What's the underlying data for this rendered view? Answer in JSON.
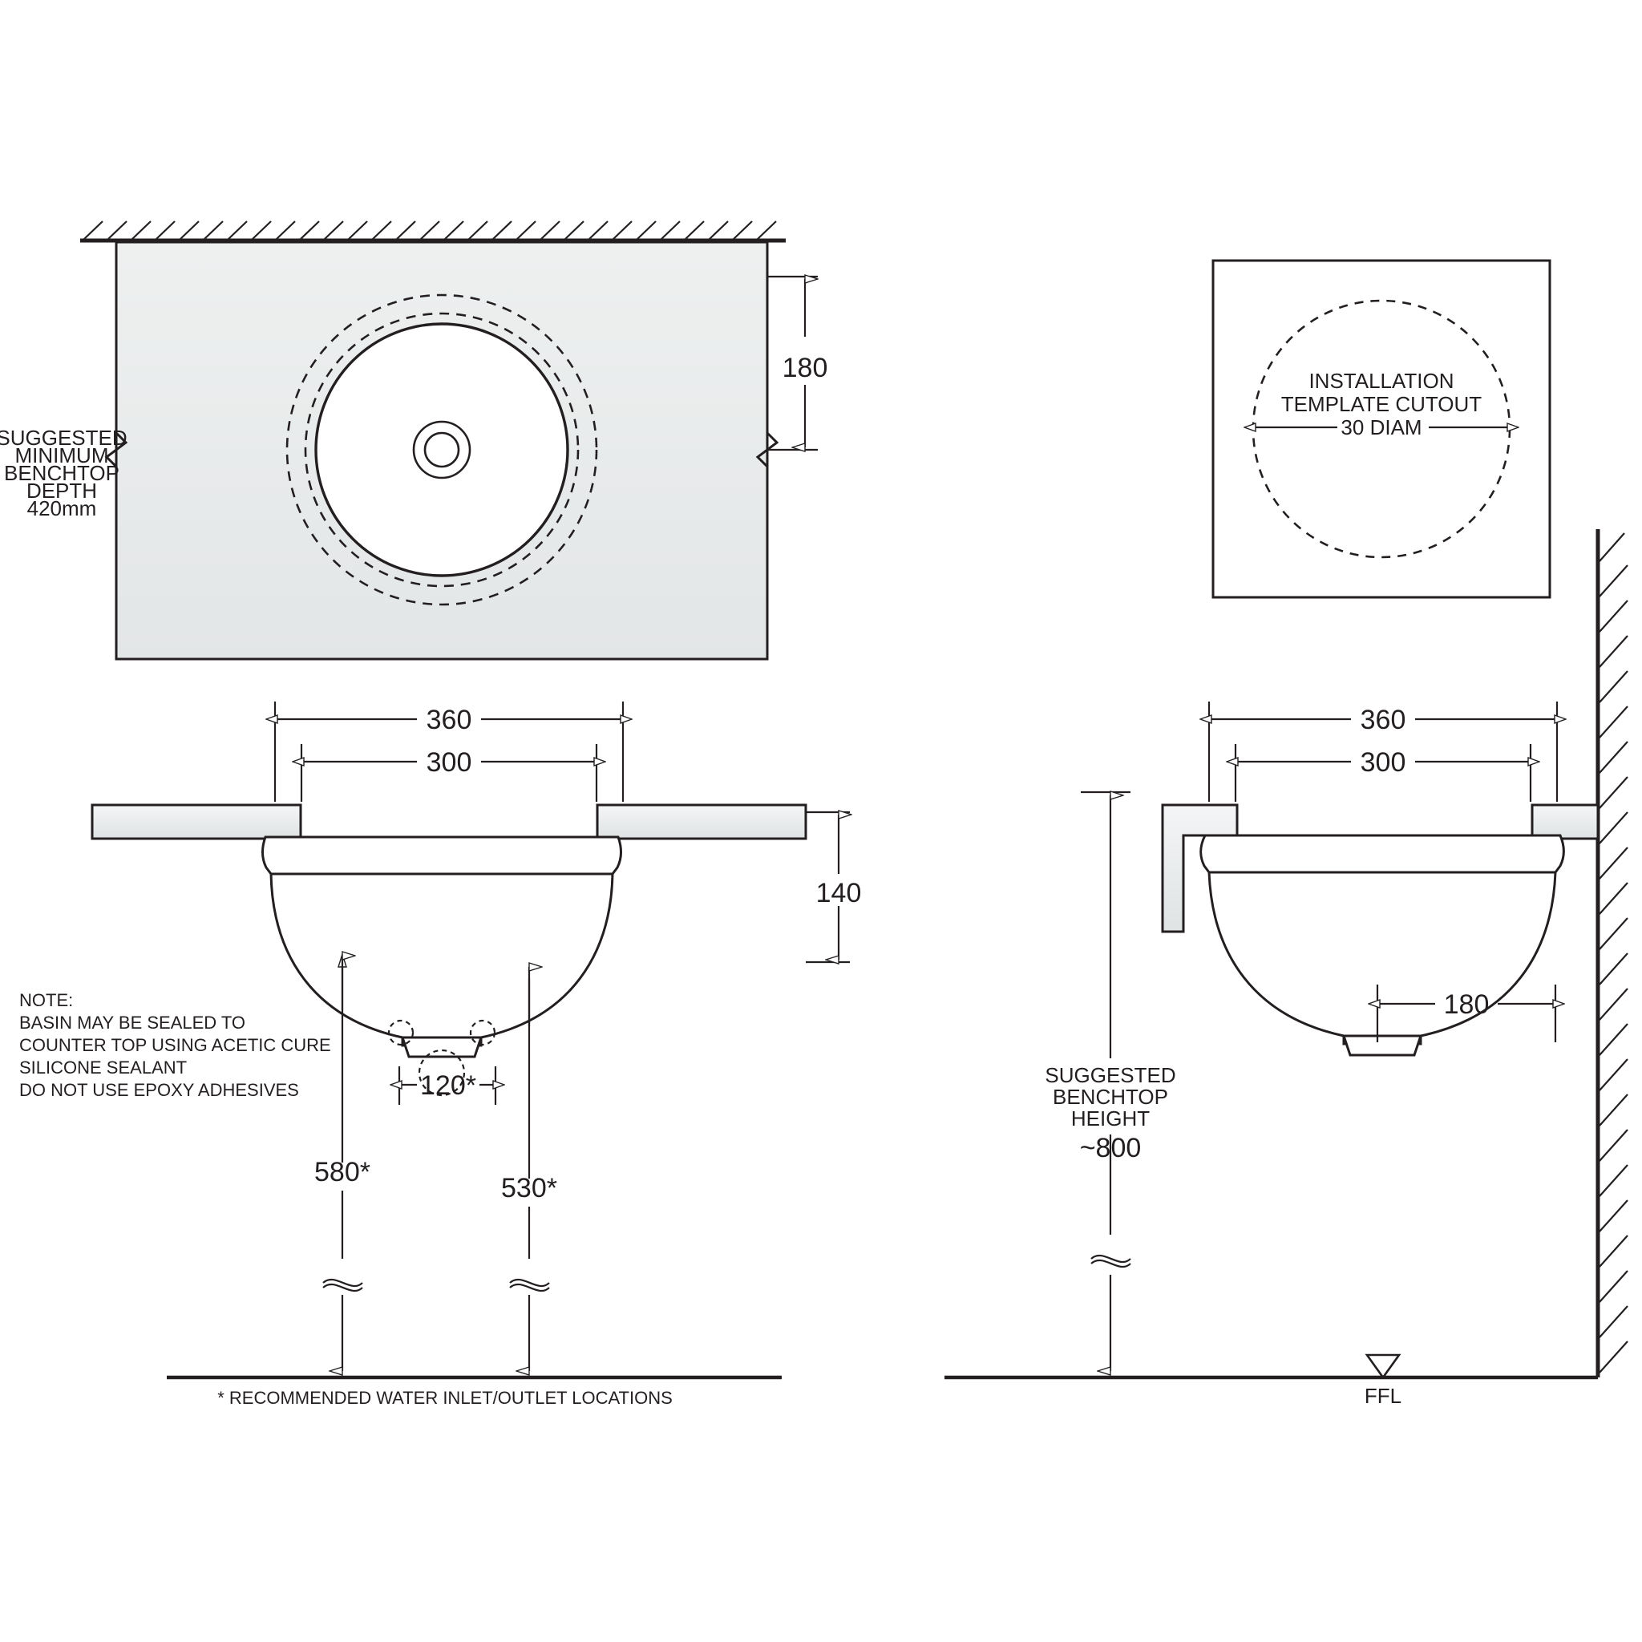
{
  "drawing": {
    "title": "Undercounter basin installation drawing",
    "colors": {
      "line": "#231f20",
      "benchtop_fill": "#eceeee",
      "benchtop_fill_dark": "#e4e7e8",
      "white": "#ffffff"
    }
  },
  "plan_view": {
    "name": "plan-view",
    "benchtop_depth_note": {
      "line1": "SUGGESTED",
      "line2": "MINIMUM",
      "line3": "BENCHTOP",
      "line4": "DEPTH",
      "line5": "420mm"
    },
    "dimension_180": "180"
  },
  "template_view": {
    "name": "installation-template",
    "label_line1": "INSTALLATION",
    "label_line2": "TEMPLATE CUTOUT",
    "diameter_label": "30 DIAM"
  },
  "front_elevation": {
    "name": "front-elevation",
    "dim_360": "360",
    "dim_300": "300",
    "dim_140": "140",
    "dim_120": "120*",
    "dim_580": "580*",
    "dim_530": "530*",
    "footnote": "* RECOMMENDED WATER INLET/OUTLET LOCATIONS"
  },
  "side_elevation": {
    "name": "side-elevation",
    "dim_360": "360",
    "dim_300": "300",
    "dim_180": "180",
    "benchtop_height": {
      "line1": "SUGGESTED",
      "line2": "BENCHTOP",
      "line3": "HEIGHT",
      "line4": "~800"
    },
    "floor_label": "FFL"
  },
  "notes": {
    "name": "installation-note",
    "line1": "NOTE:",
    "line2": "BASIN MAY BE SEALED TO",
    "line3": "COUNTER TOP USING ACETIC CURE",
    "line4": "SILICONE SEALANT",
    "line5": "DO NOT USE EPOXY ADHESIVES"
  }
}
